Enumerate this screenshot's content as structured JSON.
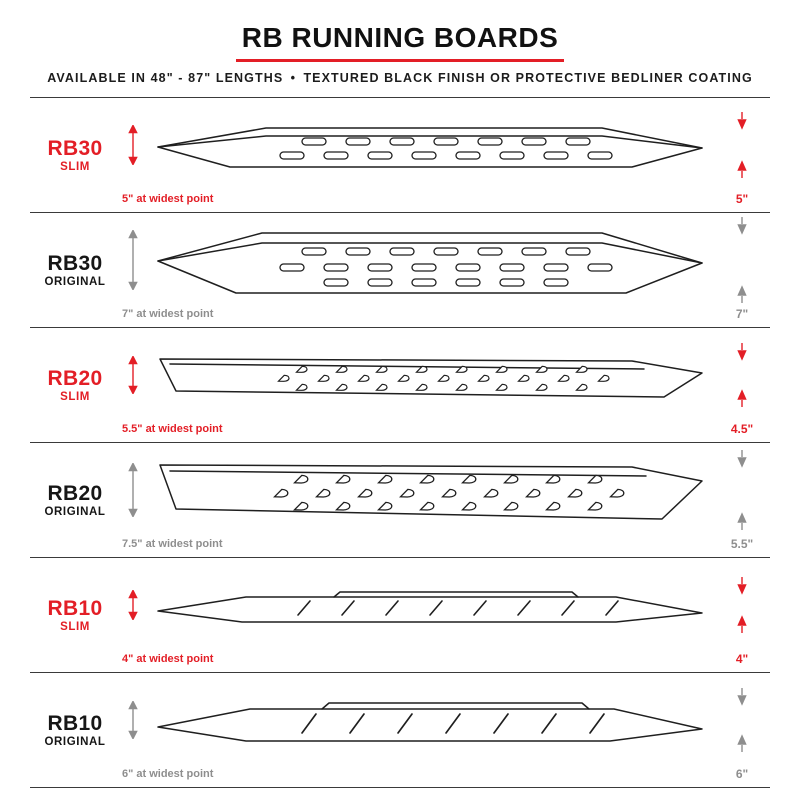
{
  "header": {
    "title": "RB RUNNING BOARDS",
    "subtitle": "AVAILABLE IN 48\" - 87\" LENGTHS • TEXTURED BLACK FINISH OR PROTECTIVE BEDLINER COATING"
  },
  "colors": {
    "accent_red": "#e31e26",
    "muted_gray": "#8e8e8e",
    "divider": "#3a3a3a",
    "drawing_stroke": "#1f1f1f"
  },
  "rows": [
    {
      "model": "RB30",
      "variant": "SLIM",
      "width_label": "5\" at widest point",
      "height_label": "5\""
    },
    {
      "model": "RB30",
      "variant": "ORIGINAL",
      "width_label": "7\" at widest point",
      "height_label": "7\""
    },
    {
      "model": "RB20",
      "variant": "SLIM",
      "width_label": "5.5\" at widest point",
      "height_label": "4.5\""
    },
    {
      "model": "RB20",
      "variant": "ORIGINAL",
      "width_label": "7.5\" at widest point",
      "height_label": "5.5\""
    },
    {
      "model": "RB10",
      "variant": "SLIM",
      "width_label": "4\" at widest point",
      "height_label": "4\""
    },
    {
      "model": "RB10",
      "variant": "ORIGINAL",
      "width_label": "6\" at widest point",
      "height_label": "6\""
    }
  ]
}
